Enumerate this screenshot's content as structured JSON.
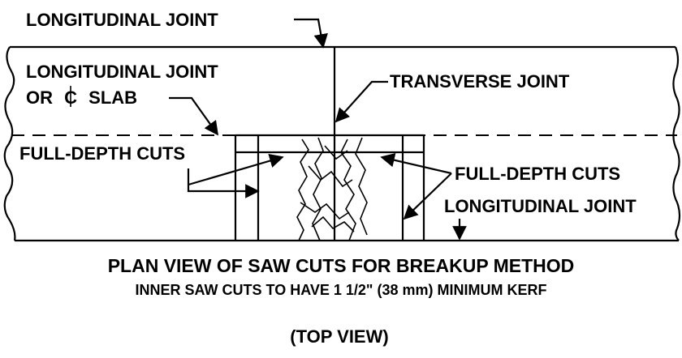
{
  "labels": {
    "top_long_joint": "LONGITUDINAL JOINT",
    "long_joint_or_cl_line1": "LONGITUDINAL JOINT",
    "long_joint_or_cl_line2_prefix": "OR",
    "cl_symbol": "C",
    "long_joint_or_cl_line2_suffix": "SLAB",
    "transverse_joint": "TRANSVERSE JOINT",
    "full_depth_cuts_left": "FULL-DEPTH CUTS",
    "full_depth_cuts_right": "FULL-DEPTH CUTS",
    "long_joint_right": "LONGITUDINAL JOINT"
  },
  "captions": {
    "title": "PLAN VIEW OF SAW CUTS FOR BREAKUP METHOD",
    "subtitle": "INNER SAW CUTS TO HAVE 1 1/2\" (38 mm) MINIMUM KERF",
    "view": "(TOP VIEW)"
  },
  "colors": {
    "ink": "#000000",
    "paper": "#ffffff"
  }
}
